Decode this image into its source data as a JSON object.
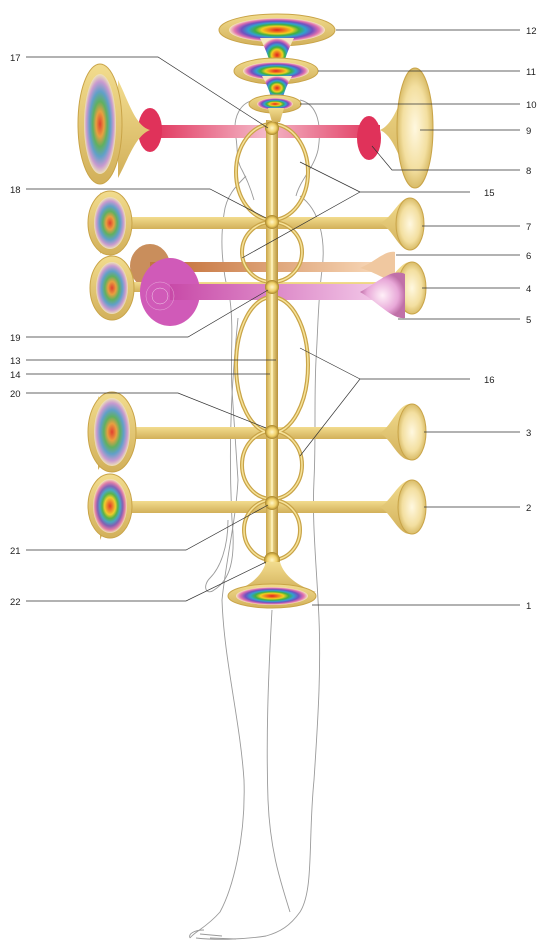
{
  "labels": {
    "n1": "1",
    "n2": "2",
    "n3": "3",
    "n4": "4",
    "n5": "5",
    "n6": "6",
    "n7": "7",
    "n8": "8",
    "n9": "9",
    "n10": "10",
    "n11": "11",
    "n12": "12",
    "n13": "13",
    "n14": "14",
    "n15": "15",
    "n16": "16",
    "n17": "17",
    "n18": "18",
    "n19": "19",
    "n20": "20",
    "n21": "21",
    "n22": "22"
  },
  "colors": {
    "gold": "#e8c96a",
    "gold_dark": "#b8963a",
    "crimson": "#e0325a",
    "magenta": "#d05ab8",
    "peach": "#e0a070",
    "body_outline": "#999999",
    "leader": "#333333"
  }
}
